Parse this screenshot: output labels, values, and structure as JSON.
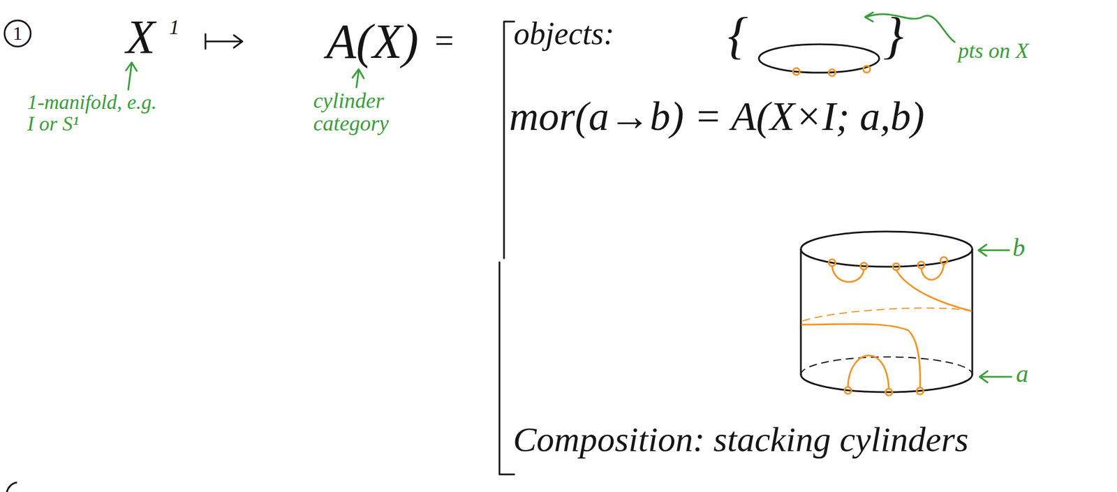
{
  "diagram": {
    "nodes": [
      {
        "text": [
          "1"
        ]
      }
    ],
    "labels": [
      "X",
      "1",
      "1-manifold, e.g. I or S¹",
      "A(X)",
      "=",
      "cylinder category",
      "objects:",
      "{",
      "}",
      "pts on X",
      "mor(a→b) = A(X×I; a,b)",
      "b",
      "a",
      "Composition: stacking cylinders"
    ]
  }
}
